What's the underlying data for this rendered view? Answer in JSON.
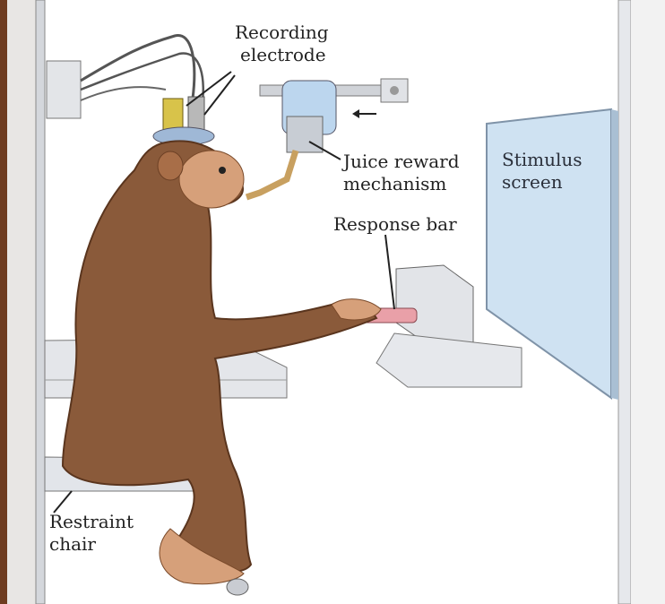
{
  "labels": {
    "recording_line1": "Recording",
    "recording_line2": "electrode",
    "juice_line1": "Juice reward",
    "juice_line2": "mechanism",
    "stimulus_line1": "Stimulus",
    "stimulus_line2": "screen",
    "response": "Response bar",
    "restraint_line1": "Restraint",
    "restraint_line2": "chair"
  },
  "colors": {
    "fur": "#8a5a3a",
    "fur_dark": "#6b3f24",
    "skin": "#d6a07a",
    "screen": "#cfe2f2",
    "frame": "#d9dde3",
    "metal": "#c9ccd2"
  }
}
